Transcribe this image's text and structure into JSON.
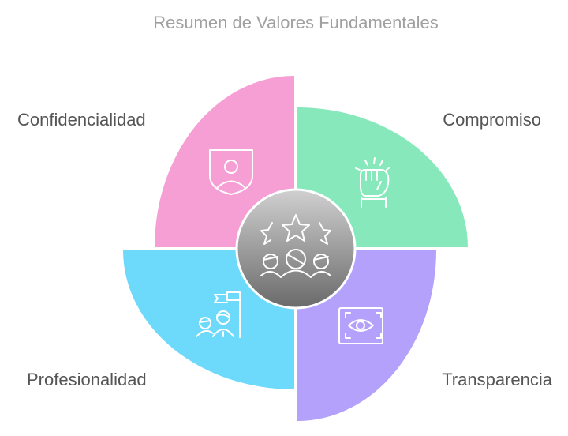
{
  "title": "Resumen de Valores Fundamentales",
  "center": {
    "icon": "team-stars-icon",
    "color_top": "#d0d0d0",
    "color_bottom": "#6a6a6a"
  },
  "segments": [
    {
      "label": "Confidencialidad",
      "icon": "shield-user-icon",
      "color": "#f59fd5"
    },
    {
      "label": "Compromiso",
      "icon": "raised-fist-icon",
      "color": "#87e9bb"
    },
    {
      "label": "Transparencia",
      "icon": "eye-scan-icon",
      "color": "#b3a1fb"
    },
    {
      "label": "Profesionalidad",
      "icon": "team-flag-icon",
      "color": "#6dd9fb"
    }
  ]
}
